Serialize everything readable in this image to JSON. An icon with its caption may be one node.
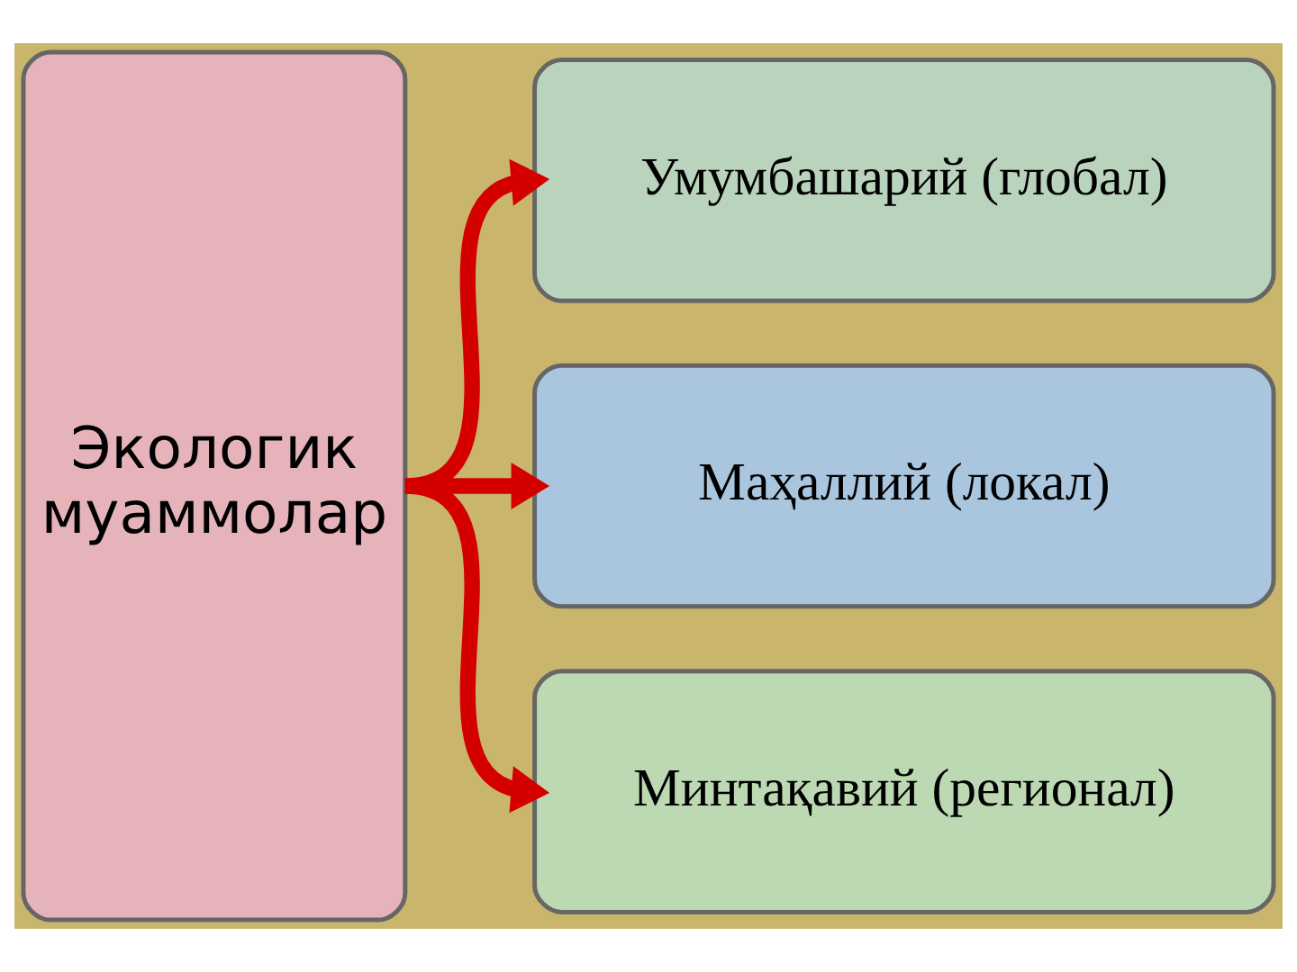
{
  "diagram": {
    "nodes": [
      {
        "text": [
          "Экологик муаммолар"
        ]
      },
      {
        "text": [
          "Умумбашарий (глобал)"
        ]
      },
      {
        "text": [
          "Маҳаллий (локал)"
        ]
      },
      {
        "text": [
          "Минтақавий (регионал)"
        ]
      }
    ],
    "edges": [
      {
        "from": 0,
        "to": 1,
        "arrow": "to"
      },
      {
        "from": 0,
        "to": 2,
        "arrow": "to"
      },
      {
        "from": 0,
        "to": 3,
        "arrow": "to"
      }
    ]
  }
}
